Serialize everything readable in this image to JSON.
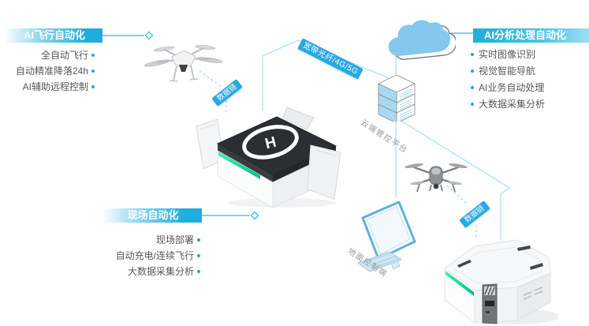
{
  "groups": {
    "flight": {
      "title": "AI飞行自动化",
      "items": [
        "全自动飞行",
        "自动精准降落24h",
        "AI辅助远程控制"
      ]
    },
    "analysis": {
      "title": "AI分析处理自动化",
      "items": [
        "实时图像识别",
        "视觉智能导航",
        "AI业务自动处理",
        "大数据采集分析"
      ]
    },
    "field": {
      "title": "现场自动化",
      "items": [
        "现场部署",
        "自动充电/连续飞行",
        "大数据采集分析"
      ]
    }
  },
  "links": {
    "broadband_label": "宽带光纤/4G/5G",
    "datalink_left_label": "数据链",
    "datalink_right_label": "数据链"
  },
  "nodes": {
    "cloud_platform_label": "云端管控平台",
    "ground_control_label": "地面控制端",
    "helipad_letter": "H"
  },
  "colors": {
    "tag_teal": "#1FAEDB",
    "chip_blue": "#29A8E0",
    "line_light": "#A6DBF5",
    "line_accent": "#2FB8EA",
    "bullet_dot": "#2E9FE6",
    "text_dark": "#55575A",
    "text_gray": "#97999C",
    "cloud_blue": "#85C8EE",
    "server_blue": "#A9D9F2",
    "led_green": "#00BE8C"
  }
}
